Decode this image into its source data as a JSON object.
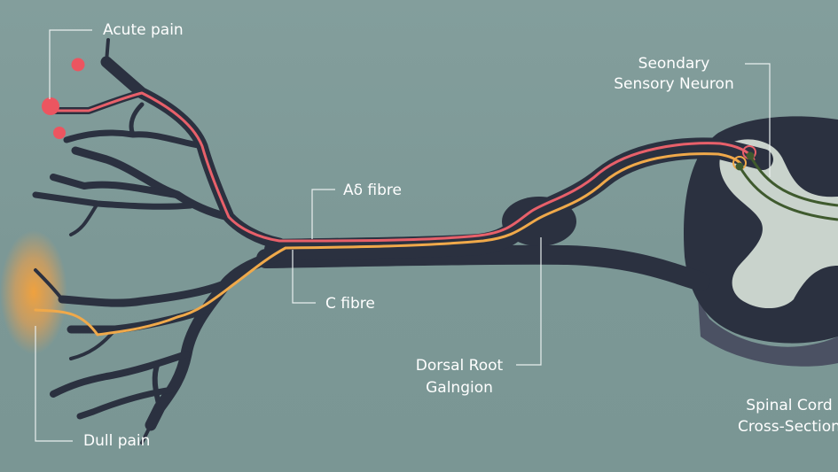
{
  "labels": {
    "acute_pain": "Acute pain",
    "dull_pain": "Dull pain",
    "a_delta_fibre": "Aδ fibre",
    "c_fibre": "C fibre",
    "dorsal_root_line1": "Dorsal Root",
    "dorsal_root_line2": "Galngion",
    "secondary_neuron_line1": "Seondary",
    "secondary_neuron_line2": "Sensory Neuron",
    "spinal_cord_line1": "Spinal Cord",
    "spinal_cord_line2": "Cross-Section"
  },
  "colors": {
    "background": "#7f9a98",
    "nerve": "#2b3140",
    "a_delta_fibre": "#e8606a",
    "c_fibre": "#f0a94a",
    "secondary_neuron": "#3f5a2e",
    "grey_matter": "#c9d3cc",
    "acute_pain_dot": "#ec5560",
    "dull_pain_glow": "#f2a13c"
  }
}
